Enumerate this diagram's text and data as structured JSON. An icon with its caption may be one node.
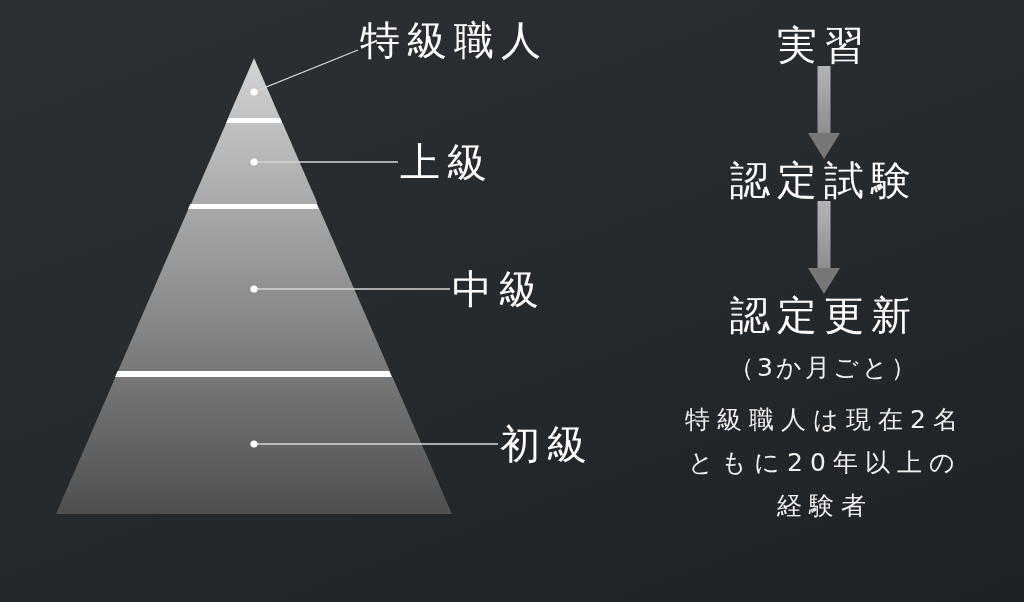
{
  "diagram": {
    "nodes": [
      {
        "text": [],
        "shape": "triangle"
      },
      {
        "text": [
          "特級職人"
        ]
      },
      {
        "text": [],
        "shape": "trapezoid"
      },
      {
        "text": [
          "上級"
        ]
      },
      {
        "text": [],
        "shape": "trapezoid"
      },
      {
        "text": [
          "中級"
        ]
      },
      {
        "text": [],
        "shape": "trapezoid"
      },
      {
        "text": [
          "初級"
        ]
      },
      {
        "text": [
          "実習"
        ]
      },
      {
        "text": [
          "認定試験"
        ]
      },
      {
        "text": [
          "認定更新"
        ],
        "beside": [
          "（3か月ごと）"
        ]
      }
    ],
    "edges": [
      {
        "from": 1,
        "to": 0,
        "arrow": "other"
      },
      {
        "from": 3,
        "to": 2,
        "arrow": "other"
      },
      {
        "from": 5,
        "to": 4,
        "arrow": "other"
      },
      {
        "from": 7,
        "to": 6,
        "arrow": "other"
      },
      {
        "from": 8,
        "to": 9,
        "arrow": "to",
        "style": "thick",
        "color": "#8c8c8c"
      },
      {
        "from": 9,
        "to": 10,
        "arrow": "to",
        "style": "thick",
        "color": "#8c8c8c"
      }
    ],
    "labels": [
      "特級職人は現在2名ともに20年以上の経験者"
    ]
  }
}
